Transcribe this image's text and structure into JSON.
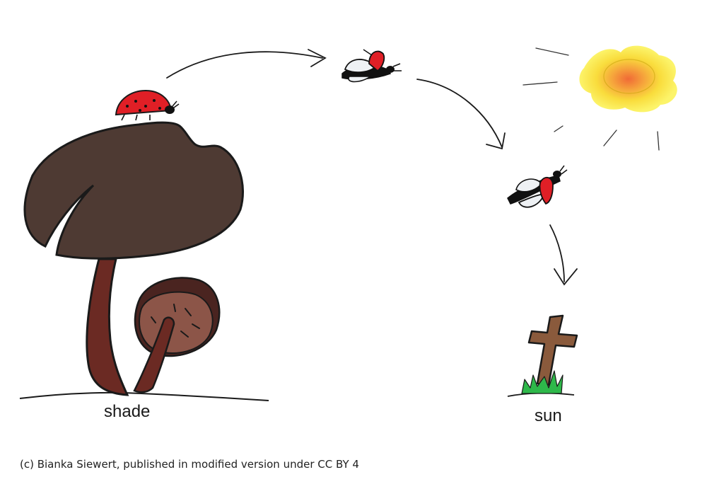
{
  "labels": {
    "shade": "shade",
    "sun": "sun"
  },
  "credit": "(c) Bianka Siewert, published in modified version under CC BY 4",
  "icons": [
    "mushroom-large",
    "mushroom-small",
    "ladybug-icon",
    "flying-ladybug-icon",
    "sun-icon",
    "grave-cross-icon",
    "grass-icon",
    "arrow-icon"
  ],
  "colors": {
    "mushroom_cap": "#4e3a33",
    "mushroom_stem": "#6b2a23",
    "small_cap_inner": "#8c5548",
    "small_cap_rim": "#4a2420",
    "ladybug": "#e01f26",
    "sun_core": "#f07a3a",
    "sun_mid": "#f8d23a",
    "sun_outer": "#fbf060",
    "cross": "#8a5a3c",
    "grass": "#2eb84a",
    "ink": "#1a1a1a"
  }
}
